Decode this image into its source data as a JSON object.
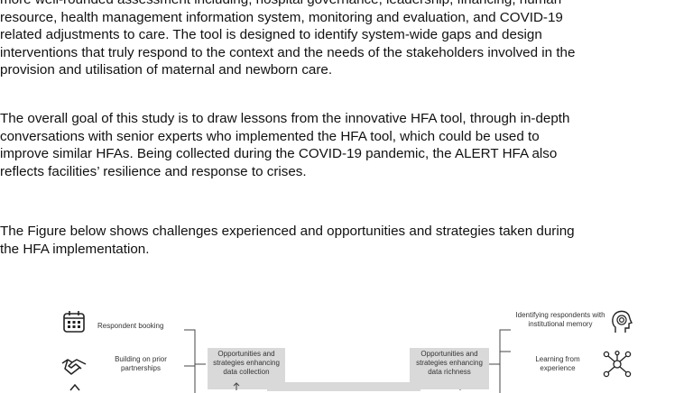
{
  "paragraphs": {
    "p1": [
      "more well-rounded assessment including; hospital governance, leadership, financing, human",
      "resource, health management information system, monitoring and evaluation, and COVID-19",
      "related adjustments to care. The tool is designed to identify system-wide gaps and design",
      "interventions that truly respond to the context and the needs of the stakeholders involved in the",
      "provision and utilisation of maternal and newborn care."
    ],
    "p2": [
      "The overall goal of this study is to draw lessons from the innovative HFA tool, through in-depth",
      "conversations with senior experts who implemented the HFA tool, which could be used to",
      "improve similar HFAs. Being collected during the COVID-19 pandemic, the ALERT HFA also",
      "reflects facilities’ resilience and response to crises."
    ],
    "p3": [
      "The Figure below shows challenges experienced and opportunities and strategies taken during",
      "the HFA implementation."
    ]
  },
  "figure": {
    "left_items": [
      "Respondent booking",
      "Building on prior partnerships"
    ],
    "left_box": "Opportunities and strategies enhancing data collection",
    "right_box": "Opportunities and strategies enhancing data richness",
    "right_items": [
      "Identifying respondents with institutional memory",
      "Learning from experience"
    ],
    "icons": [
      "calendar-icon",
      "handshake-icon",
      "head-target-icon",
      "network-icon"
    ]
  }
}
